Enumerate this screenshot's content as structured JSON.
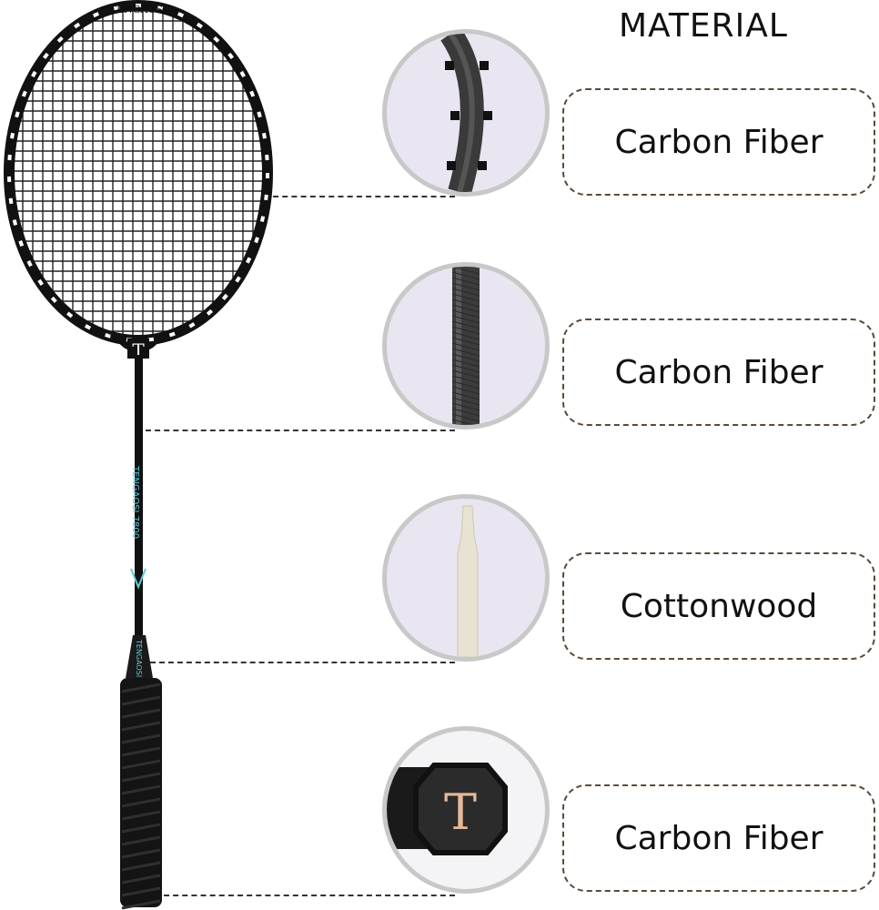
{
  "heading": "MATERIAL",
  "racket": {
    "brand": "TENGAOSI",
    "shaft_text": "TENGAOSI 7800",
    "handle_text": "TENGAOSI",
    "logo_letter": "T"
  },
  "parts": [
    {
      "label": "Carbon Fiber",
      "icon": "frame-closeup-icon"
    },
    {
      "label": "Carbon Fiber",
      "icon": "shaft-closeup-icon"
    },
    {
      "label": "Cottonwood",
      "icon": "wood-core-closeup-icon"
    },
    {
      "label": "Carbon Fiber",
      "icon": "grip-end-closeup-icon"
    }
  ],
  "colors": {
    "accent": "#5ec8d8",
    "frame": "#111111",
    "box_border": "#5a4a3a",
    "circle_bg": "#e9e6f2"
  }
}
